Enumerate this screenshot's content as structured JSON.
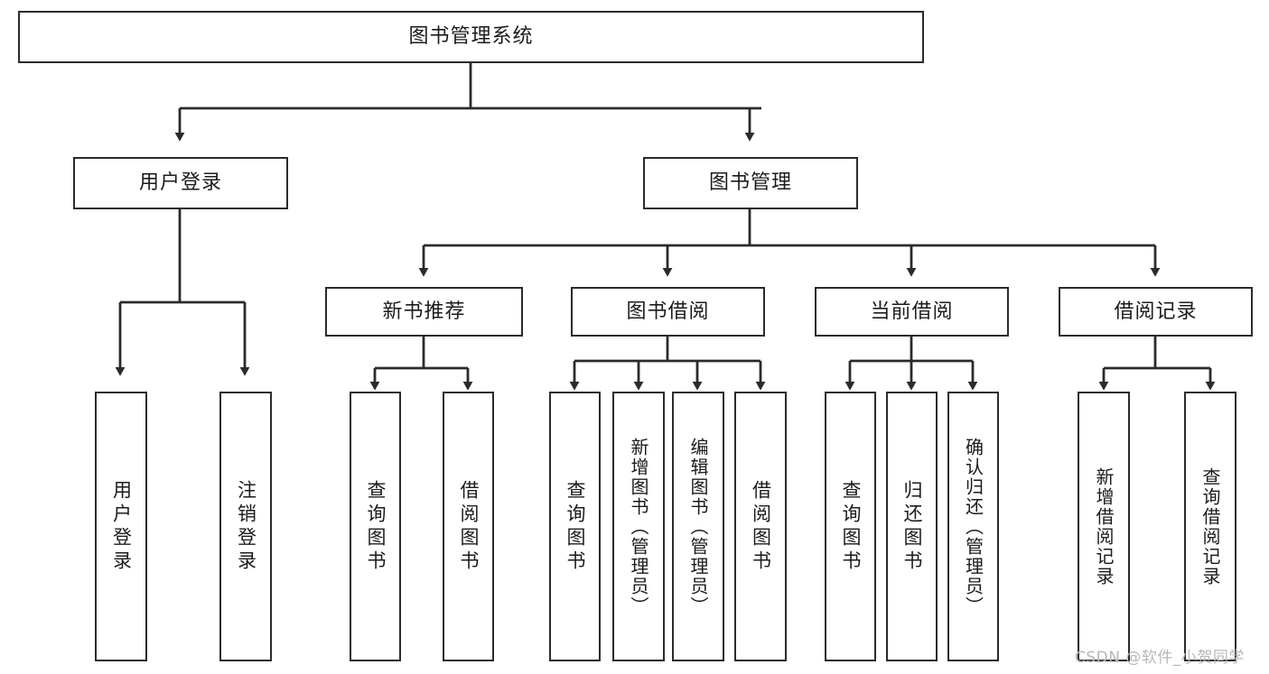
{
  "diagram": {
    "type": "tree-hierarchy",
    "title": "图书管理系统",
    "orientation": "top-down",
    "colors": {
      "node_border": "#2b2b2b",
      "node_fill": "#ffffff",
      "edge": "#2b2b2b",
      "text": "#1b1b1b",
      "watermark": "#b8b8b8",
      "background": "#ffffff"
    },
    "root": {
      "label": "图书管理系统"
    },
    "level2": [
      {
        "label": "用户登录"
      },
      {
        "label": "图书管理"
      }
    ],
    "level3": [
      {
        "label": "新书推荐"
      },
      {
        "label": "图书借阅"
      },
      {
        "label": "当前借阅"
      },
      {
        "label": "借阅记录"
      }
    ],
    "leaves": {
      "user_login": [
        {
          "label": "用户登录"
        },
        {
          "label": "注销登录"
        }
      ],
      "new_book_recommend": [
        {
          "label": "查询图书"
        },
        {
          "label": "借阅图书"
        }
      ],
      "book_borrow": [
        {
          "label": "查询图书"
        },
        {
          "label": "新增图书（管理员）"
        },
        {
          "label": "编辑图书（管理员）"
        },
        {
          "label": "借阅图书"
        }
      ],
      "current_borrow": [
        {
          "label": "查询图书"
        },
        {
          "label": "归还图书"
        },
        {
          "label": "确认归还（管理员）"
        }
      ],
      "borrow_record": [
        {
          "label": "新增借阅记录"
        },
        {
          "label": "查询借阅记录"
        }
      ]
    }
  },
  "watermark": {
    "text": "CSDN @软件_小贺同学"
  }
}
